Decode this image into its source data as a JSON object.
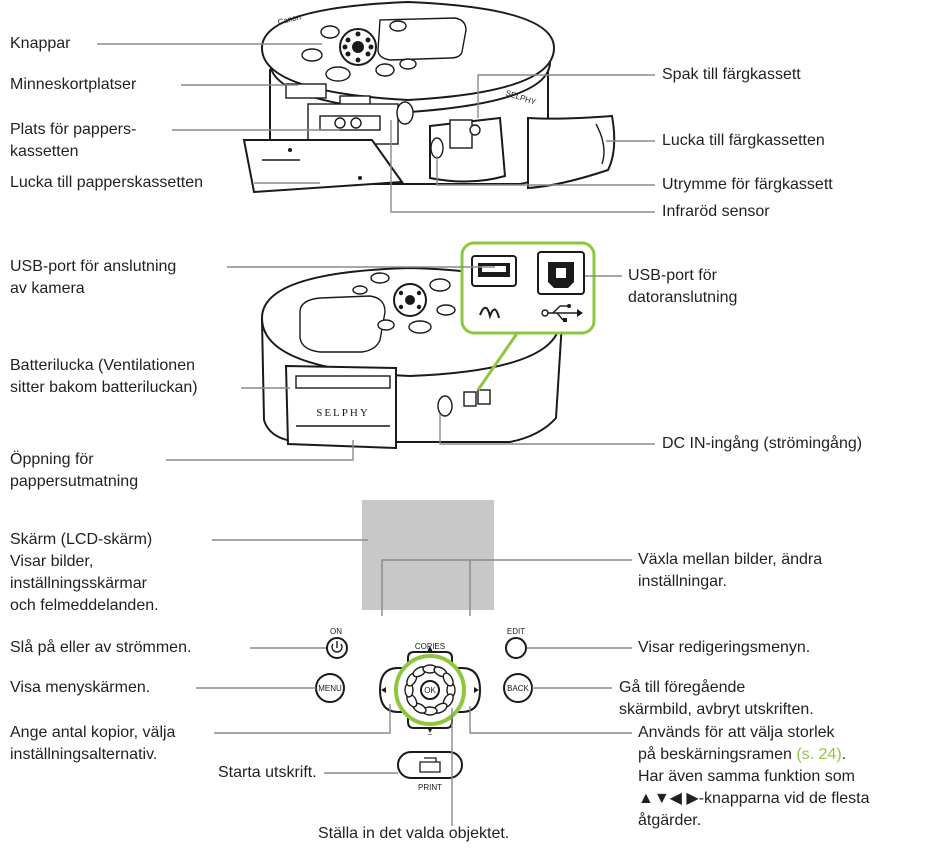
{
  "section1": {
    "left": [
      {
        "lines": [
          "Knappar"
        ]
      },
      {
        "lines": [
          "Minneskortplatser"
        ]
      },
      {
        "lines": [
          "Plats för pappers-",
          "kassetten"
        ]
      },
      {
        "lines": [
          "Lucka till papperskassetten"
        ]
      }
    ],
    "right": [
      {
        "lines": [
          "Spak till färgkassett"
        ]
      },
      {
        "lines": [
          "Lucka till färgkassetten"
        ]
      },
      {
        "lines": [
          "Utrymme för färgkassett"
        ]
      },
      {
        "lines": [
          "Infraröd sensor"
        ]
      }
    ],
    "brand_text": "SELPHY",
    "logo_text": "Canon"
  },
  "section2": {
    "left": [
      {
        "lines": [
          "USB-port för anslutning",
          "av kamera"
        ]
      },
      {
        "lines": [
          "Batterilucka (Ventilationen",
          "sitter bakom batteriluckan)"
        ]
      },
      {
        "lines": [
          "Öppning för",
          "pappersutmatning"
        ]
      }
    ],
    "right": [
      {
        "lines": [
          "USB-port för",
          "datoranslutning"
        ]
      },
      {
        "lines": [
          "DC IN-ingång (strömingång)"
        ]
      }
    ],
    "battery_text": "SELPHY"
  },
  "section3": {
    "left": [
      {
        "lines": [
          "Skärm (LCD-skärm)",
          "Visar bilder,",
          "inställningsskärmar",
          "och felmeddelanden."
        ]
      },
      {
        "lines": [
          "Slå på eller av strömmen."
        ]
      },
      {
        "lines": [
          "Visa menyskärmen."
        ]
      },
      {
        "lines": [
          "Ange antal kopior, välja",
          "inställningsalternativ."
        ]
      },
      {
        "lines": [
          "Starta utskrift."
        ]
      }
    ],
    "bottom": {
      "lines": [
        "Ställa in det valda objektet."
      ]
    },
    "right": [
      {
        "lines": [
          "Växla mellan bilder, ändra",
          "inställningar."
        ]
      },
      {
        "lines": [
          "Visar redigeringsmenyn."
        ]
      },
      {
        "lines": [
          "Gå till föregående",
          "skärmbild, avbryt utskriften."
        ]
      }
    ],
    "last_right": {
      "line1": "Används för att välja storlek",
      "line2_prefix": "på beskärningsramen ",
      "page_ref": "(s. 24)",
      "line2_suffix": ".",
      "line3": "Har även samma funktion som",
      "line4": "▲▼◀ ▶-knapparna vid de flesta",
      "line5": "åtgärder."
    },
    "buttons": {
      "on": "ON",
      "copies": "COPIES",
      "edit": "EDIT",
      "menu": "MENU",
      "back": "BACK",
      "ok": "OK",
      "print": "PRINT"
    }
  },
  "colors": {
    "accent": "#8dc63f",
    "leader": "#8a8a8a",
    "lcd": "#c8c8c8",
    "text": "#231f20"
  }
}
